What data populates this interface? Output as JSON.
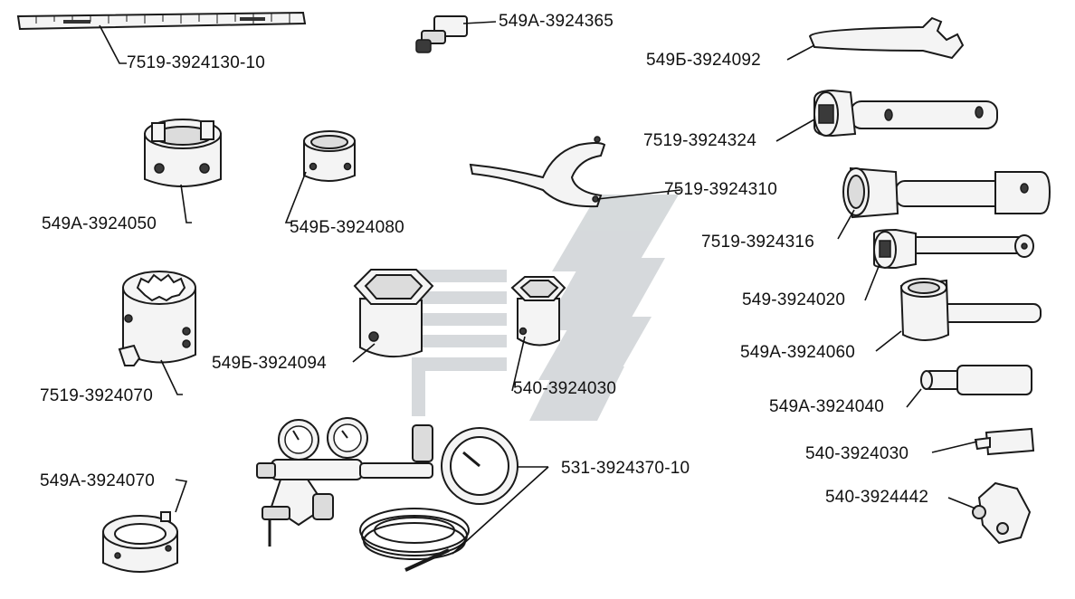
{
  "labels": {
    "l_7519_3924130_10": "7519-3924130-10",
    "l_549A_3924365": "549A-3924365",
    "l_549B_3924092": "549Б-3924092",
    "l_7519_3924324": "7519-3924324",
    "l_549A_3924050": "549A-3924050",
    "l_549B_3924080": "549Б-3924080",
    "l_7519_3924310": "7519-3924310",
    "l_7519_3924316": "7519-3924316",
    "l_549_3924020": "549-3924020",
    "l_549B_3924094": "549Б-3924094",
    "l_540_3924030_a": "540-3924030",
    "l_549A_3924060": "549A-3924060",
    "l_7519_3924070": "7519-3924070",
    "l_549A_3924040": "549A-3924040",
    "l_540_3924030_b": "540-3924030",
    "l_549A_3924070": "549A-3924070",
    "l_531_3924370_10": "531-3924370-10",
    "l_540_3924442": "540-3924442"
  },
  "colors": {
    "line": "#1a1a1a",
    "part_fill": "#f4f4f4",
    "watermark": "#cfd3d6"
  }
}
